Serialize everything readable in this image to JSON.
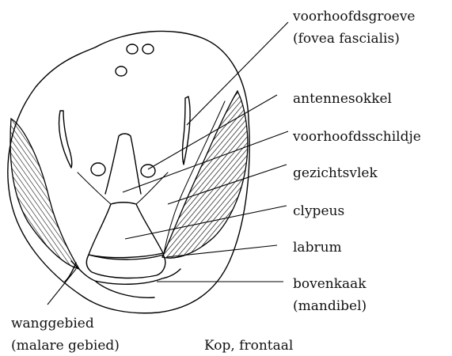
{
  "labels": {
    "fovea_1": "voorhoofdsgroeve",
    "fovea_2": "(fovea fascialis)",
    "antenna_socket": "antennesokkel",
    "frontal_shield": "voorhoofdsschildje",
    "face_spot": "gezichtsvlek",
    "clypeus": "clypeus",
    "labrum": "labrum",
    "mandible_1": "bovenkaak",
    "mandible_2": "(mandibel)",
    "malar_1": "wanggebied",
    "malar_2": "(malare gebied)"
  },
  "caption": "Kop, frontaal"
}
